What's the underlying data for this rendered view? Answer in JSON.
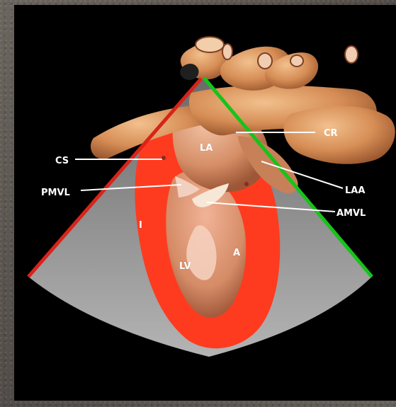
{
  "labels": {
    "cr": "CR",
    "la": "LA",
    "cs": "CS",
    "pmvl": "PMVL",
    "laa": "LAA",
    "amvl": "AMVL",
    "i": "I",
    "lv": "LV",
    "a": "A"
  },
  "colors": {
    "background_texture": "#5b5751",
    "panel": "#000000",
    "sector": "#8f8f8f",
    "myocardium": "#ff3b1f",
    "anatomy": "#d99763",
    "left_sector_line": "#d9231a",
    "right_sector_line": "#17c319"
  }
}
